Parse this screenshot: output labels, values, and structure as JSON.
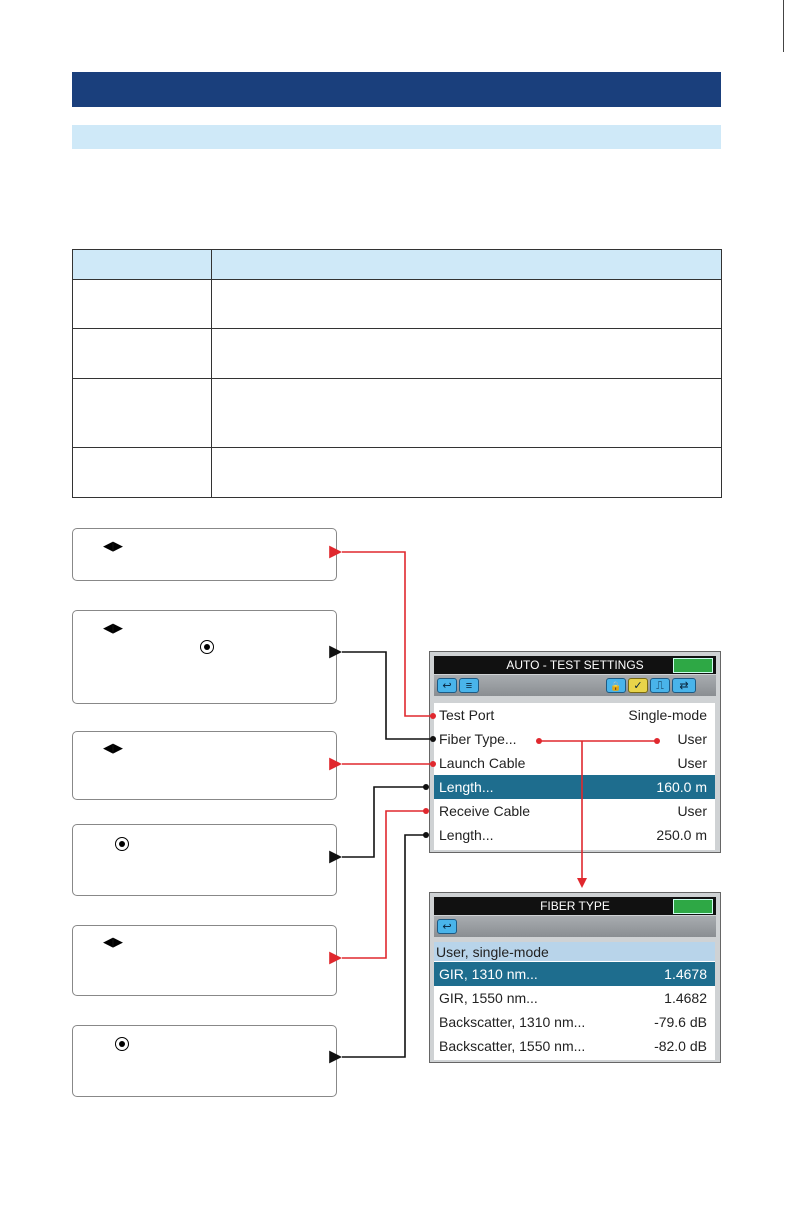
{
  "auto_screen": {
    "title": "AUTO - TEST SETTINGS",
    "rows": [
      {
        "label": "Test Port",
        "value": "Single-mode"
      },
      {
        "label": "Fiber Type...",
        "value": "User"
      },
      {
        "label": "Launch Cable",
        "value": "User"
      },
      {
        "label": "Length...",
        "value": "160.0 m"
      },
      {
        "label": "Receive Cable",
        "value": "User"
      },
      {
        "label": "Length...",
        "value": "250.0 m"
      }
    ]
  },
  "fiber_screen": {
    "title": "FIBER TYPE",
    "group": "User, single-mode",
    "rows": [
      {
        "label": "GIR, 1310 nm...",
        "value": "1.4678"
      },
      {
        "label": "GIR, 1550 nm...",
        "value": "1.4682"
      },
      {
        "label": "Backscatter, 1310 nm...",
        "value": "-79.6 dB"
      },
      {
        "label": "Backscatter, 1550 nm...",
        "value": "-82.0 dB"
      }
    ]
  },
  "glyphs": {
    "left_right_arrows": "◀▶",
    "toolbar_back": "↩",
    "toolbar_menu": "≡",
    "toolbar_lock": "🔒",
    "toolbar_check": "✓",
    "toolbar_pulse": "⎍",
    "toolbar_swap": "⇄"
  },
  "colors": {
    "title_bar": "#1a3f7c",
    "sub_bar": "#cfe9f8",
    "red_connector": "#e0282e",
    "black_connector": "#111111",
    "selected_row": "#1e6d8e"
  }
}
